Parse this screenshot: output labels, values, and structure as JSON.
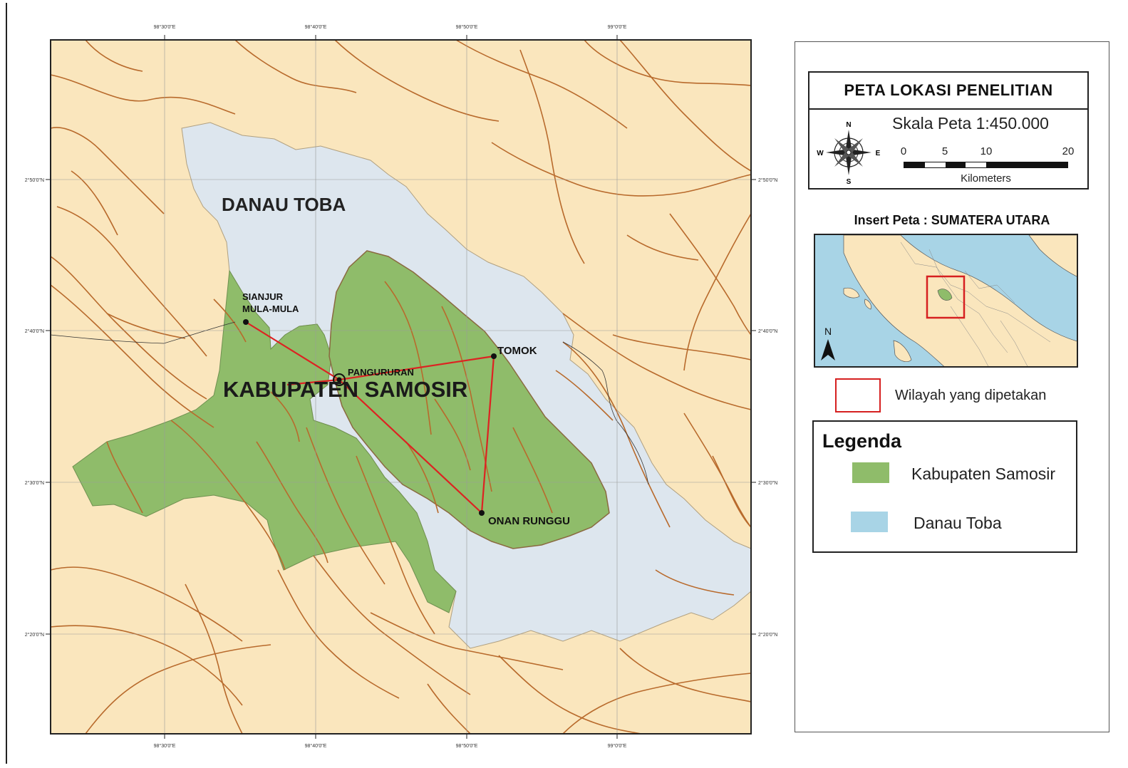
{
  "map": {
    "lake_label": "DANAU TOBA",
    "region_label": "KABUPATEN SAMOSIR",
    "places": {
      "sianjur_line1": "SIANJUR",
      "sianjur_line2": "MULA-MULA",
      "pangururan": "PANGURURAN",
      "tomok": "TOMOK",
      "onan_runggu": "ONAN RUNGGU"
    },
    "lon_ticks": [
      "98°30'0\"E",
      "98°40'0\"E",
      "98°50'0\"E",
      "99°0'0\"E"
    ],
    "lat_ticks": [
      "2°50'0\"N",
      "2°40'0\"N",
      "2°30'0\"N",
      "2°20'0\"N"
    ],
    "colors": {
      "land": "#fae6bd",
      "lake": "#dde6ee",
      "region": "#8fbc6a",
      "road": "#b86a2c",
      "route": "#dd2222",
      "grid": "#999999",
      "frame": "#222222"
    }
  },
  "panel": {
    "title": "PETA LOKASI PENELITIAN",
    "scale_text": "Skala Peta  1:450.000",
    "scale_ticks": [
      "0",
      "5",
      "10",
      "20"
    ],
    "scale_unit": "Kilometers",
    "compass": {
      "n": "N",
      "s": "S",
      "e": "E",
      "w": "W"
    },
    "insert_title": "Insert Peta : SUMATERA UTARA",
    "inset_north": "N",
    "inset_legend_label": "Wilayah yang dipetakan",
    "legend": {
      "title": "Legenda",
      "items": [
        {
          "label": "Kabupaten Samosir",
          "color": "#8fbc6a"
        },
        {
          "label": "Danau Toba",
          "color": "#a8d4e6"
        }
      ]
    }
  }
}
